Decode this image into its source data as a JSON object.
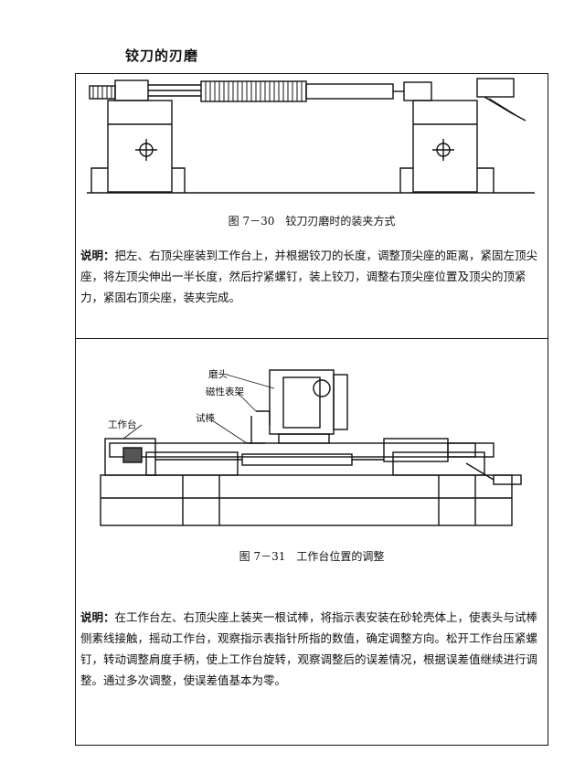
{
  "page": {
    "heading": "铰刀的刃磨",
    "figure1": {
      "caption": "图 7－30　铰刀刃磨时的装夹方式"
    },
    "note1": {
      "label": "说明：",
      "text": "把左、右顶尖座装到工作台上，并根据铰刀的长度，调整顶尖座的距离，紧固左顶尖座，将左顶尖伸出一半长度，然后拧紧螺钉，装上铰刀，调整右顶尖座位置及顶尖的顶紧力，紧固右顶尖座，装夹完成。"
    },
    "figure2": {
      "caption": "图 7－31　工作台位置的调整",
      "labels": {
        "grinding_head": "磨头",
        "magnetic_stand": "磁性表架",
        "test_bar": "试棒",
        "worktable": "工作台"
      }
    },
    "note2": {
      "label": "说明：",
      "text": "在工作台左、右顶尖座上装夹一根试棒，将指示表安装在砂轮壳体上，使表头与试棒侧素线接触，摇动工作台，观察指示表指针所指的数值，确定调整方向。松开工作台压紧螺钉，转动调整肩度手柄，使上工作台旋转，观察调整后的误差情况，根据误差值继续进行调整。通过多次调整，使误差值基本为零。"
    }
  }
}
